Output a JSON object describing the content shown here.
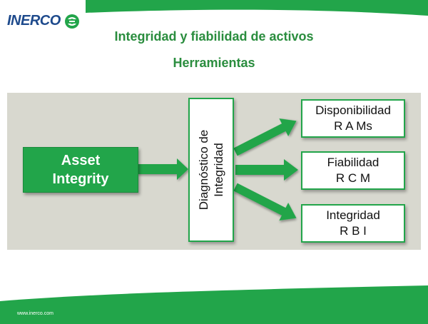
{
  "header": {
    "logo_text": "INERCO",
    "title": "Integridad y fiabilidad de activos",
    "subtitle": "Herramientas"
  },
  "diagram": {
    "source": {
      "line1": "Asset",
      "line2": "Integrity"
    },
    "process": {
      "line1": "Diagnóstico de",
      "line2": "Integridad"
    },
    "outputs": [
      {
        "line1": "Disponibilidad",
        "line2": "R A Ms"
      },
      {
        "line1": "Fiabilidad",
        "line2": "R C M"
      },
      {
        "line1": "Integridad",
        "line2": "R B I"
      }
    ]
  },
  "footer": {
    "url": "www.inerco.com"
  },
  "colors": {
    "brand_green": "#22a54a",
    "title_green": "#2a8d3e",
    "logo_blue": "#1e4a8c",
    "panel_gray": "#d8d8cf"
  }
}
